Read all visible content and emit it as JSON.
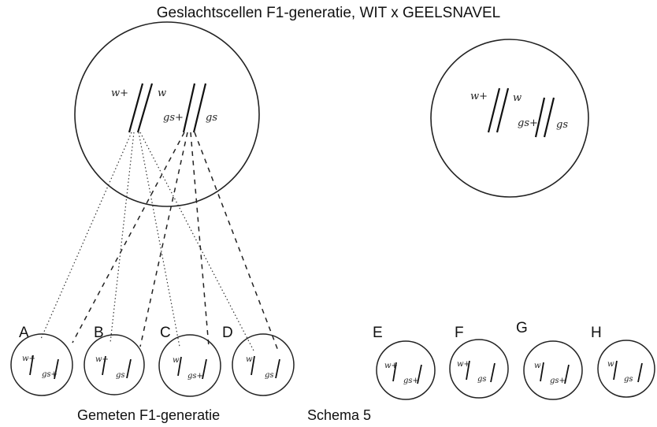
{
  "title": "Geslachtscellen F1-generatie, WIT x GEELSNAVEL",
  "caption_left": "Gemeten F1-generatie",
  "caption_right": "Schema 5",
  "cells": [
    {
      "id": "cell-left",
      "labels": [
        "w+",
        "w",
        "gs+",
        "gs"
      ]
    },
    {
      "id": "cell-right",
      "labels": [
        "w+",
        "w",
        "gs+",
        "gs"
      ]
    }
  ],
  "gametes": [
    {
      "letter": "A",
      "labels": [
        "w+",
        "gs+"
      ]
    },
    {
      "letter": "B",
      "labels": [
        "w+",
        "gs"
      ]
    },
    {
      "letter": "C",
      "labels": [
        "w",
        "gs+"
      ]
    },
    {
      "letter": "D",
      "labels": [
        "w",
        "gs"
      ]
    },
    {
      "letter": "E",
      "labels": [
        "w+",
        "gs+"
      ]
    },
    {
      "letter": "F",
      "labels": [
        "w+",
        "gs"
      ]
    },
    {
      "letter": "G",
      "labels": [
        "w",
        "gs+"
      ]
    },
    {
      "letter": "H",
      "labels": [
        "w",
        "gs"
      ]
    }
  ]
}
